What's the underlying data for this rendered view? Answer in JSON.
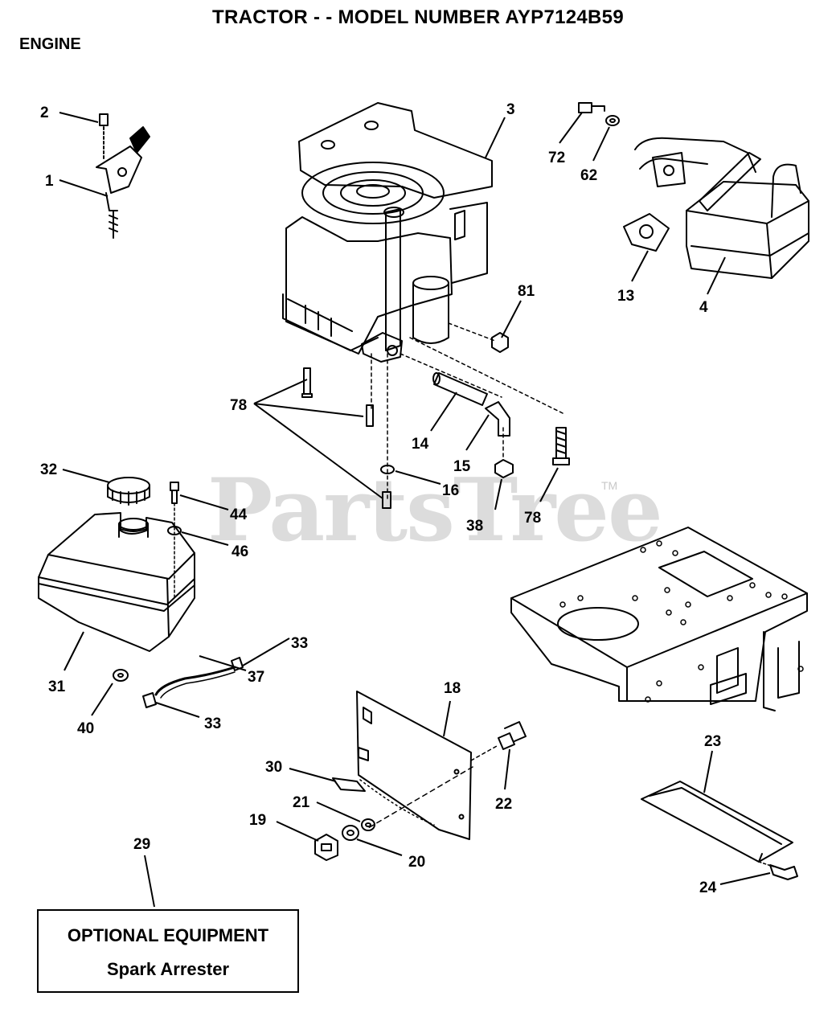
{
  "header": {
    "title": "TRACTOR - - MODEL NUMBER AYP7124B59",
    "section": "ENGINE"
  },
  "callouts": [
    "1",
    "2",
    "3",
    "72",
    "62",
    "13",
    "4",
    "81",
    "78",
    "14",
    "15",
    "16",
    "38",
    "78",
    "32",
    "44",
    "46",
    "31",
    "33",
    "37",
    "40",
    "33",
    "18",
    "22",
    "30",
    "21",
    "19",
    "20",
    "23",
    "24",
    "29"
  ],
  "optional_box": {
    "title": "OPTIONAL EQUIPMENT",
    "subtitle": "Spark Arrester"
  },
  "watermark": {
    "text": "PartsTree",
    "mark": "TM"
  }
}
